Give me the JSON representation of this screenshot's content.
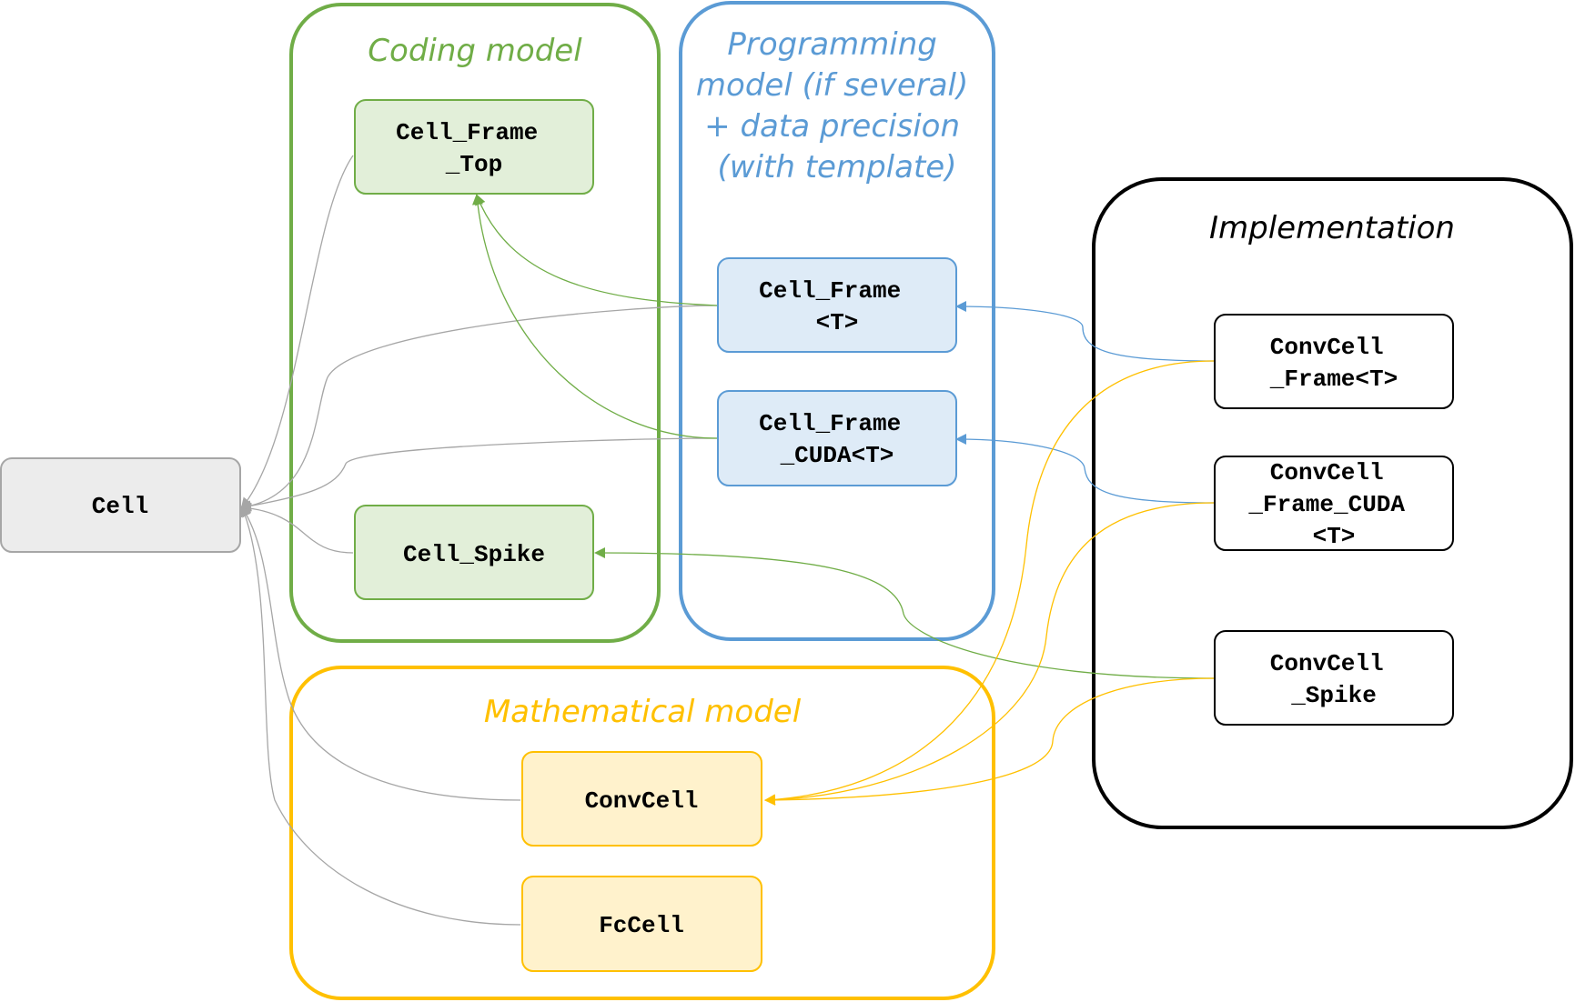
{
  "colors": {
    "coding": "#70ad47",
    "coding_fill": "#e2efd9",
    "programming": "#5b9bd5",
    "programming_fill": "#deebf7",
    "math": "#ffc000",
    "math_fill": "#fff2cc",
    "impl": "#000000",
    "cell_fill": "#ececec",
    "cell_stroke": "#a6a6a6",
    "edge_gray": "#a6a6a6"
  },
  "groups": {
    "coding": {
      "title": [
        "Coding model"
      ]
    },
    "programming": {
      "title": [
        "Programming",
        "model (if several)",
        "+ data precision",
        "(with template)"
      ]
    },
    "math": {
      "title": [
        "Mathematical model"
      ]
    },
    "impl": {
      "title": [
        "Implementation"
      ]
    }
  },
  "nodes": {
    "cell": {
      "lines": [
        "Cell"
      ]
    },
    "cell_frame_top": {
      "lines": [
        "Cell_Frame",
        "_Top"
      ]
    },
    "cell_spike": {
      "lines": [
        "Cell_Spike"
      ]
    },
    "cell_frame_t": {
      "lines": [
        "Cell_Frame",
        "<T>"
      ]
    },
    "cell_frame_cuda_t": {
      "lines": [
        "Cell_Frame",
        "_CUDA<T>"
      ]
    },
    "convcell": {
      "lines": [
        "ConvCell"
      ]
    },
    "fccell": {
      "lines": [
        "FcCell"
      ]
    },
    "convcell_frame_t": {
      "lines": [
        "ConvCell",
        "_Frame<T>"
      ]
    },
    "convcell_frame_cuda_t": {
      "lines": [
        "ConvCell",
        "_Frame_CUDA",
        "<T>"
      ]
    },
    "convcell_spike": {
      "lines": [
        "ConvCell",
        "_Spike"
      ]
    }
  }
}
